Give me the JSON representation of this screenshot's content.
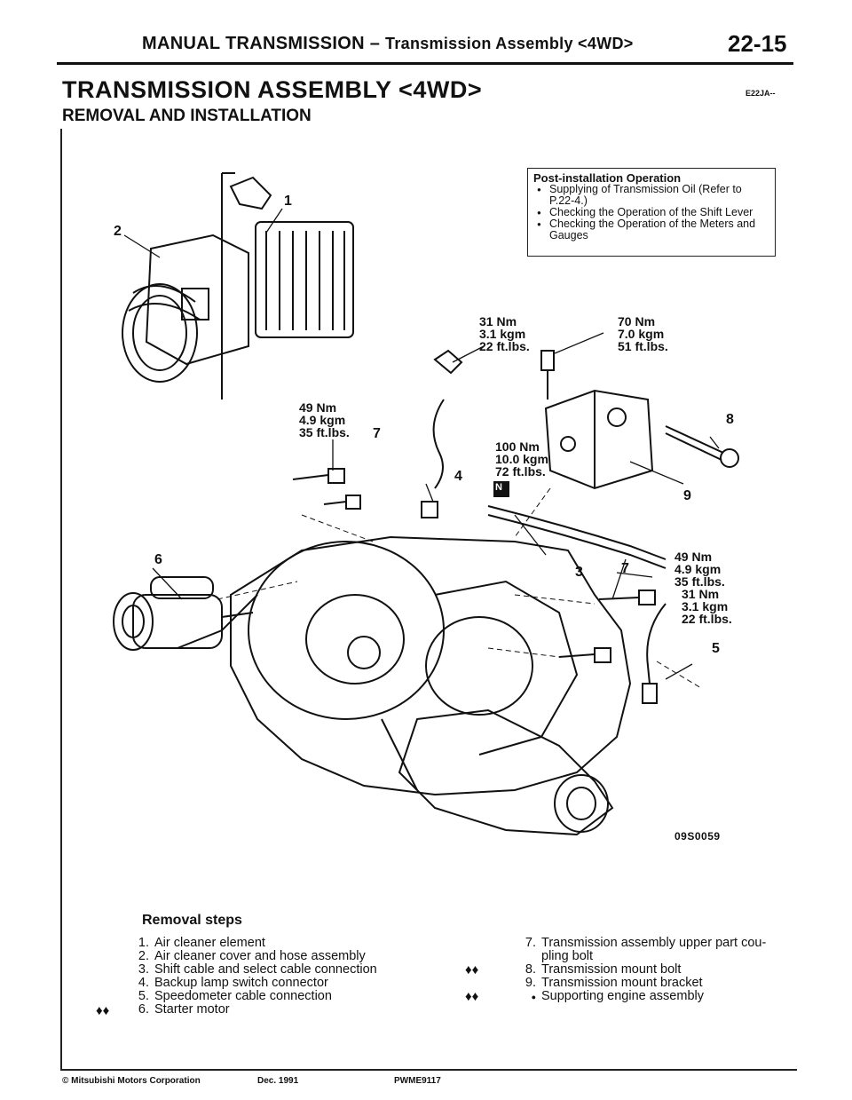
{
  "header": {
    "title_main": "MANUAL TRANSMISSION",
    "title_sep": " – ",
    "title_sub": "Transmission Assembly <4WD>",
    "page_number": "22-15"
  },
  "section": {
    "title": "TRANSMISSION ASSEMBLY <4WD>",
    "code": "E22JA--",
    "subtitle": "REMOVAL AND INSTALLATION"
  },
  "post_installation": {
    "title": "Post-installation Operation",
    "items": [
      "Supplying of Transmission Oil (Refer to P.22-4.)",
      "Checking the Operation of the Shift Lever",
      "Checking the Operation of the Meters and Gauges"
    ]
  },
  "torque_specs": {
    "t1": [
      "31 Nm",
      "3.1 kgm",
      "22 ft.lbs."
    ],
    "t2": [
      "70 Nm",
      "7.0 kgm",
      "51 ft.lbs."
    ],
    "t3": [
      "49 Nm",
      "4.9 kgm",
      "35 ft.lbs."
    ],
    "t4": [
      "100 Nm",
      "10.0 kgm",
      "72 ft.lbs."
    ],
    "t5": [
      "49 Nm",
      "4.9 kgm",
      "35 ft.lbs."
    ],
    "t6": [
      "31 Nm",
      "3.1 kgm",
      "22 ft.lbs."
    ]
  },
  "callouts": {
    "c1": "1",
    "c2": "2",
    "c3": "3",
    "c4": "4",
    "c5": "5",
    "c6": "6",
    "c7a": "7",
    "c7b": "7",
    "c8": "8",
    "c9": "9",
    "n_mark": "N"
  },
  "figure_code": "09S0059",
  "removal": {
    "title": "Removal steps",
    "left": [
      {
        "num": "1.",
        "text": "Air cleaner element"
      },
      {
        "num": "2.",
        "text": "Air cleaner cover and hose assembly"
      },
      {
        "num": "3.",
        "text": "Shift cable and select cable connection"
      },
      {
        "num": "4.",
        "text": "Backup lamp switch connector"
      },
      {
        "num": "5.",
        "text": "Speedometer cable connection"
      },
      {
        "num": "6.",
        "text": "Starter motor"
      }
    ],
    "right": [
      {
        "num": "7.",
        "text": "Transmission assembly upper part cou-"
      },
      {
        "num": "",
        "text": "pling bolt"
      },
      {
        "num": "8.",
        "text": "Transmission mount bolt"
      },
      {
        "num": "9.",
        "text": "Transmission mount bracket"
      },
      {
        "num": "●",
        "text": "Supporting engine assembly"
      }
    ],
    "marker": "♦♦"
  },
  "footer": {
    "copyright": "© Mitsubishi Motors Corporation",
    "date": "Dec. 1991",
    "code": "PWME9117"
  }
}
